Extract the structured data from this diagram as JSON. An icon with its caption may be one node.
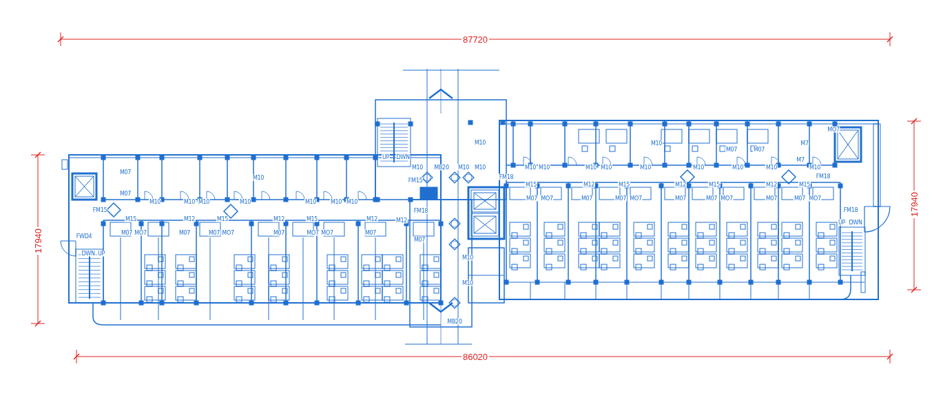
{
  "diagram": {
    "labels": [
      "87720",
      "17940",
      "17940",
      "UP",
      "DWN",
      "M10",
      "M10",
      "MB20",
      "M10",
      "M10",
      "FM15",
      "FM18",
      "M10",
      "M10",
      "MB20",
      "M07",
      "M07",
      "M10",
      "M10",
      "M10",
      "M10",
      "M10",
      "M10",
      "M10",
      "M10",
      "FM15",
      "M15",
      "M12",
      "M15",
      "M12",
      "M15",
      "M12",
      "M12",
      "FWD4",
      "M07",
      "MO7",
      "M07",
      "M07",
      "MO7",
      "M07",
      "MO7",
      "MO7",
      "M07",
      "M07",
      "DWN",
      "UP",
      "M10",
      "M07",
      "M07",
      "M7",
      "M7",
      "MO7",
      "M10",
      "M10",
      "M10",
      "M10",
      "M10",
      "M10",
      "M10",
      "M10",
      "M10",
      "FM18",
      "FM18",
      "M15",
      "M12",
      "M15",
      "M12",
      "M15",
      "M12",
      "M15",
      "M07",
      "MO7",
      "M07",
      "M07",
      "MO7",
      "M07",
      "M07",
      "MO7",
      "M07",
      "M07",
      "MO7",
      "FM18",
      "UP",
      "DWN",
      "86020"
    ]
  }
}
